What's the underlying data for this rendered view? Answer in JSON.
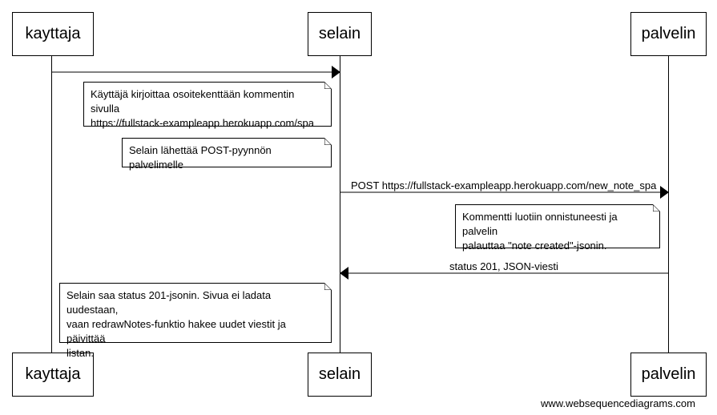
{
  "participants": {
    "kayttaja": "kayttaja",
    "selain": "selain",
    "palvelin": "palvelin"
  },
  "notes": {
    "note1": [
      "Käyttäjä kirjoittaa osoitekenttään kommentin sivulla",
      "https://fullstack-exampleapp.herokuapp.com/spa"
    ],
    "note2": [
      "Selain lähettää POST-pyynnön palvelimelle"
    ],
    "note3": [
      "Kommentti luotiin onnistuneesti ja palvelin",
      "palauttaa \"note created\"-jsonin."
    ],
    "note4": [
      "Selain saa status 201-jsonin. Sivua ei ladata uudestaan,",
      "vaan redrawNotes-funktio hakee uudet viestit ja päivittää",
      "listan."
    ]
  },
  "messages": {
    "m1": "",
    "m2": "POST https://fullstack-exampleapp.herokuapp.com/new_note_spa",
    "m3": "status 201, JSON-viesti"
  },
  "watermark": "www.websequencediagrams.com"
}
